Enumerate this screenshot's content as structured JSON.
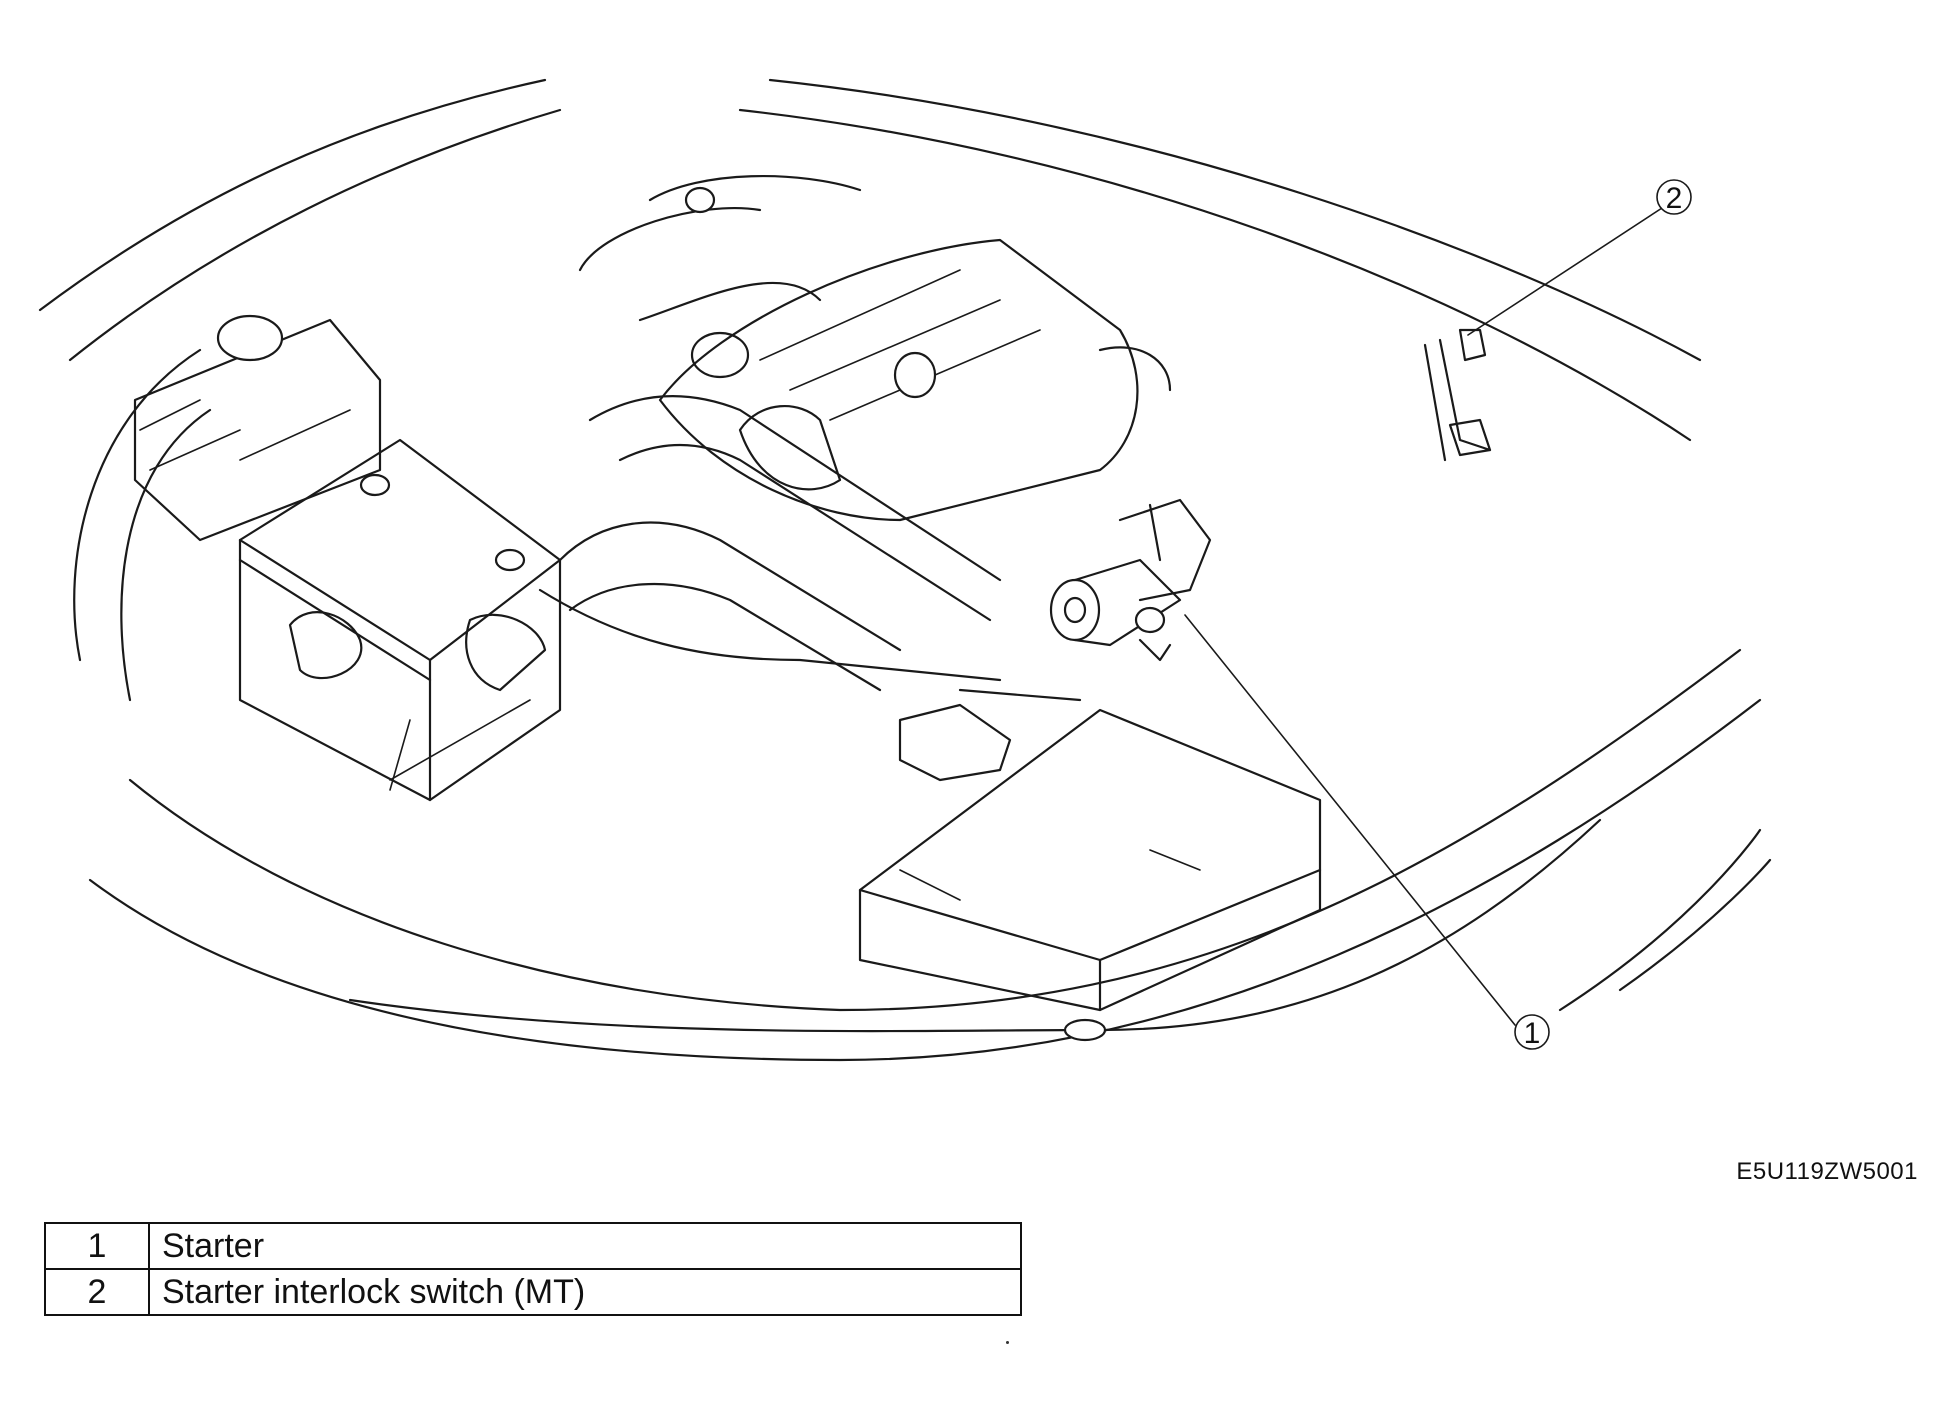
{
  "diagram": {
    "callouts": [
      {
        "number": "1",
        "target": "starter"
      },
      {
        "number": "2",
        "target": "starter-interlock-switch"
      }
    ],
    "figure_code": "E5U119ZW5001"
  },
  "legend": {
    "rows": [
      {
        "number": "1",
        "label": "Starter"
      },
      {
        "number": "2",
        "label": "Starter interlock switch (MT)"
      }
    ]
  }
}
